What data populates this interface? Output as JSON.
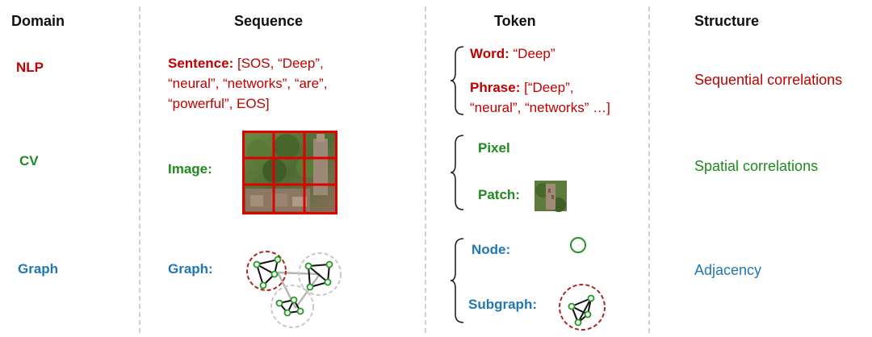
{
  "headers": {
    "domain": "Domain",
    "sequence": "Sequence",
    "token": "Token",
    "structure": "Structure"
  },
  "rows": {
    "nlp": {
      "domain": "NLP",
      "seq_label": "Sentence:",
      "seq_line1": " [SOS, “Deep”,",
      "seq_line2": "“neural”, “networks”, “are”,",
      "seq_line3": "“powerful”, EOS]",
      "token_word_label": "Word:",
      "token_word_value": " “Deep”",
      "token_phrase_label": "Phrase:",
      "token_phrase_line1": " [“Deep”,",
      "token_phrase_line2": "“neural”, “networks” …]",
      "structure": "Sequential correlations"
    },
    "cv": {
      "domain": "CV",
      "seq_label": "Image:",
      "token_pixel": "Pixel",
      "token_patch": "Patch:",
      "structure": "Spatial correlations"
    },
    "graph": {
      "domain": "Graph",
      "seq_label": "Graph:",
      "token_node": "Node:",
      "token_subgraph": "Subgraph:",
      "structure": "Adjacency"
    }
  },
  "colors": {
    "nlp": "#c00000",
    "cv": "#1f8a1f",
    "graph": "#1f77b4",
    "grid": "#e00000"
  }
}
